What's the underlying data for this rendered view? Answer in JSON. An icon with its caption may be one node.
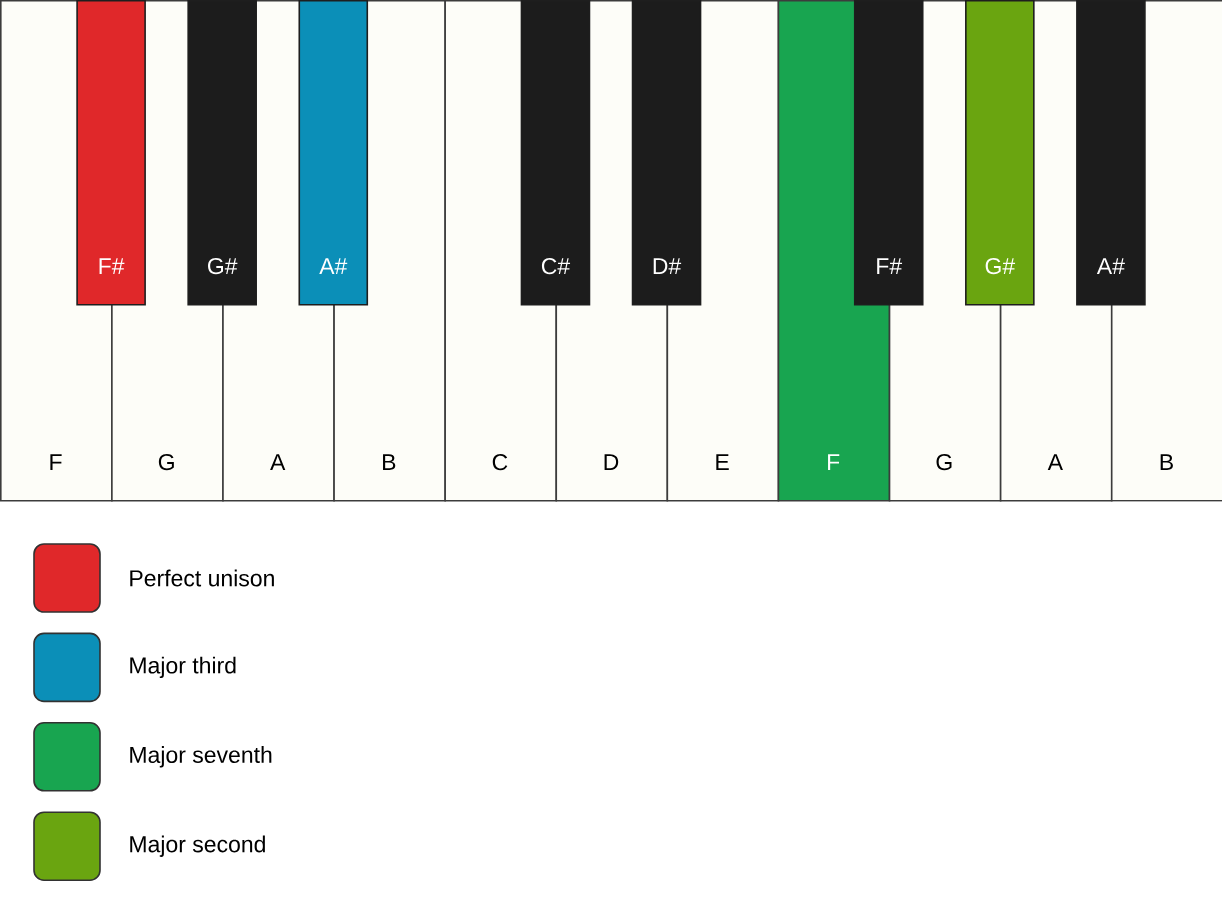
{
  "diagram": {
    "nodes": [
      {
        "text": [
          "F"
        ]
      },
      {
        "text": [
          "G"
        ]
      },
      {
        "text": [
          "A"
        ]
      },
      {
        "text": [
          "B"
        ]
      },
      {
        "text": [
          "C"
        ]
      },
      {
        "text": [
          "D"
        ]
      },
      {
        "text": [
          "E"
        ]
      },
      {
        "text": [
          "F"
        ]
      },
      {
        "text": [
          "G"
        ]
      },
      {
        "text": [
          "A"
        ]
      },
      {
        "text": [
          "B"
        ]
      },
      {
        "text": [
          "F#"
        ]
      },
      {
        "text": [
          "G#"
        ]
      },
      {
        "text": [
          "A#"
        ]
      },
      {
        "text": [
          "C#"
        ]
      },
      {
        "text": [
          "D#"
        ]
      },
      {
        "text": [
          "F#"
        ]
      },
      {
        "text": [
          "G#"
        ]
      },
      {
        "text": [
          "A#"
        ]
      }
    ],
    "legend": [
      {
        "text": "Perfect unison",
        "color": "#e0282a"
      },
      {
        "text": "Major third",
        "color": "#0b8fb8"
      },
      {
        "text": "Major seventh",
        "color": "#18a550"
      },
      {
        "text": "Major second",
        "color": "#6aa510"
      }
    ]
  }
}
